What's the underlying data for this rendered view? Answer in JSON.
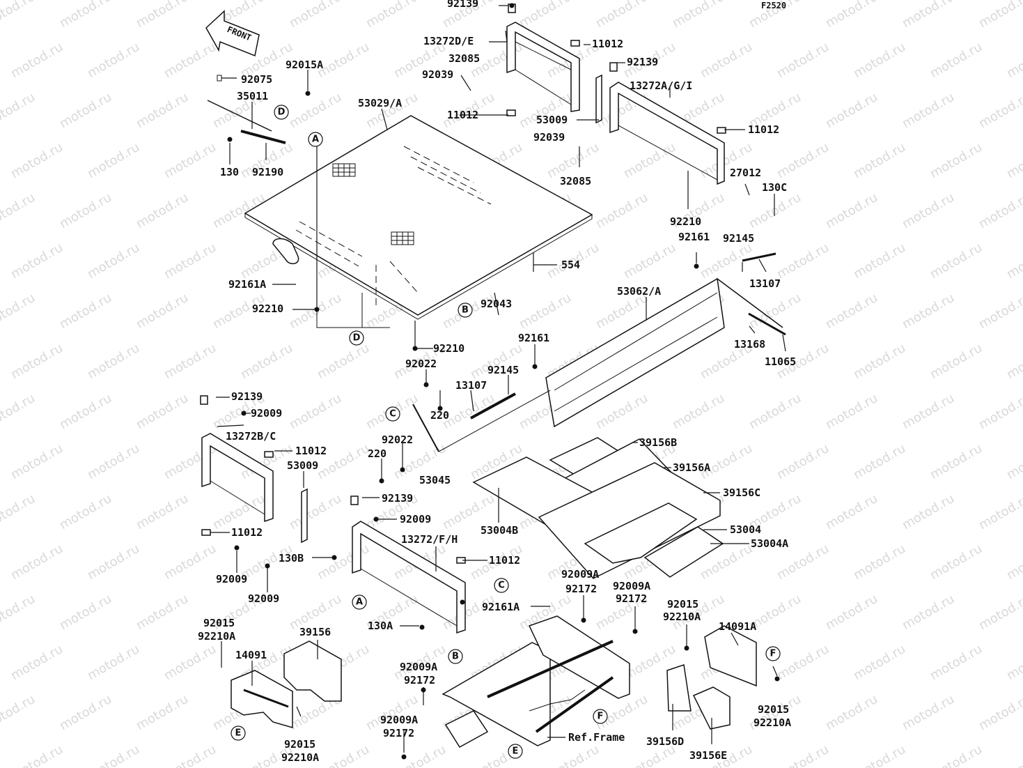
{
  "diagram_code": "F2520",
  "front_label": "FRONT",
  "watermark_text": "motod.ru",
  "parts": [
    {
      "id": "p92139a",
      "text": "92139"
    },
    {
      "id": "p13272de",
      "text": "13272D/E"
    },
    {
      "id": "p11012a",
      "text": "11012"
    },
    {
      "id": "p32085a",
      "text": "32085"
    },
    {
      "id": "p92039a",
      "text": "92039"
    },
    {
      "id": "p11012b",
      "text": "11012"
    },
    {
      "id": "p92139b",
      "text": "92139"
    },
    {
      "id": "p13272agi",
      "text": "13272A/G/I"
    },
    {
      "id": "p53009a",
      "text": "53009"
    },
    {
      "id": "p11012c",
      "text": "11012"
    },
    {
      "id": "p92039b",
      "text": "92039"
    },
    {
      "id": "p32085b",
      "text": "32085"
    },
    {
      "id": "p27012",
      "text": "27012"
    },
    {
      "id": "p130c",
      "text": "130C"
    },
    {
      "id": "p92210a",
      "text": "92210"
    },
    {
      "id": "p92161a",
      "text": "92161"
    },
    {
      "id": "p92145a",
      "text": "92145"
    },
    {
      "id": "p13107a",
      "text": "13107"
    },
    {
      "id": "p53062a",
      "text": "53062/A"
    },
    {
      "id": "p13168",
      "text": "13168"
    },
    {
      "id": "p11065",
      "text": "11065"
    },
    {
      "id": "p92075",
      "text": "92075"
    },
    {
      "id": "p92015a",
      "text": "92015A"
    },
    {
      "id": "p35011",
      "text": "35011"
    },
    {
      "id": "p53029a",
      "text": "53029/A"
    },
    {
      "id": "p130",
      "text": "130"
    },
    {
      "id": "p92190",
      "text": "92190"
    },
    {
      "id": "p554",
      "text": "554"
    },
    {
      "id": "p92161aa",
      "text": "92161A"
    },
    {
      "id": "p92210b",
      "text": "92210"
    },
    {
      "id": "p92043",
      "text": "92043"
    },
    {
      "id": "p92210c",
      "text": "92210"
    },
    {
      "id": "p92161b",
      "text": "92161"
    },
    {
      "id": "p92022a",
      "text": "92022"
    },
    {
      "id": "p92145b",
      "text": "92145"
    },
    {
      "id": "p13107b",
      "text": "13107"
    },
    {
      "id": "p220a",
      "text": "220"
    },
    {
      "id": "p92022b",
      "text": "92022"
    },
    {
      "id": "p220b",
      "text": "220"
    },
    {
      "id": "p53045",
      "text": "53045"
    },
    {
      "id": "p92139c",
      "text": "92139"
    },
    {
      "id": "p92009a",
      "text": "92009"
    },
    {
      "id": "p13272bc",
      "text": "13272B/C"
    },
    {
      "id": "p11012d",
      "text": "11012"
    },
    {
      "id": "p53009b",
      "text": "53009"
    },
    {
      "id": "p11012e",
      "text": "11012"
    },
    {
      "id": "p92009b",
      "text": "92009"
    },
    {
      "id": "p92009c",
      "text": "92009"
    },
    {
      "id": "p130b",
      "text": "130B"
    },
    {
      "id": "p92139d",
      "text": "92139"
    },
    {
      "id": "p92009d",
      "text": "92009"
    },
    {
      "id": "p13272fh",
      "text": "13272/F/H"
    },
    {
      "id": "p11012f",
      "text": "11012"
    },
    {
      "id": "p39156b",
      "text": "39156B"
    },
    {
      "id": "p39156a",
      "text": "39156A"
    },
    {
      "id": "p39156c",
      "text": "39156C"
    },
    {
      "id": "p53004b",
      "text": "53004B"
    },
    {
      "id": "p53004",
      "text": "53004"
    },
    {
      "id": "p53004a",
      "text": "53004A"
    },
    {
      "id": "p92009aa",
      "text": "92009A"
    },
    {
      "id": "p92172a",
      "text": "92172"
    },
    {
      "id": "p92009ab",
      "text": "92009A"
    },
    {
      "id": "p92172b",
      "text": "92172"
    },
    {
      "id": "p92161ab",
      "text": "92161A"
    },
    {
      "id": "p130a",
      "text": "130A"
    },
    {
      "id": "p92015b",
      "text": "92015"
    },
    {
      "id": "p92210aa",
      "text": "92210A"
    },
    {
      "id": "p14091a",
      "text": "14091A"
    },
    {
      "id": "p92015c",
      "text": "92015"
    },
    {
      "id": "p92210ab",
      "text": "92210A"
    },
    {
      "id": "p39156",
      "text": "39156"
    },
    {
      "id": "p92015d",
      "text": "92015"
    },
    {
      "id": "p92210ac",
      "text": "92210A"
    },
    {
      "id": "p14091",
      "text": "14091"
    },
    {
      "id": "p92009ac",
      "text": "92009A"
    },
    {
      "id": "p92172c",
      "text": "92172"
    },
    {
      "id": "p92009ad",
      "text": "92009A"
    },
    {
      "id": "p92172d",
      "text": "92172"
    },
    {
      "id": "p92015e",
      "text": "92015"
    },
    {
      "id": "p92210ad",
      "text": "92210A"
    },
    {
      "id": "p39156d",
      "text": "39156D"
    },
    {
      "id": "p39156e",
      "text": "39156E"
    },
    {
      "id": "pref",
      "text": "Ref.Frame"
    }
  ],
  "ref_markers": [
    {
      "id": "rD1",
      "letter": "D"
    },
    {
      "id": "rA1",
      "letter": "A"
    },
    {
      "id": "rB1",
      "letter": "B"
    },
    {
      "id": "rD2",
      "letter": "D"
    },
    {
      "id": "rC1",
      "letter": "C"
    },
    {
      "id": "rC2",
      "letter": "C"
    },
    {
      "id": "rA2",
      "letter": "A"
    },
    {
      "id": "rB2",
      "letter": "B"
    },
    {
      "id": "rF1",
      "letter": "F"
    },
    {
      "id": "rF2",
      "letter": "F"
    },
    {
      "id": "rE1",
      "letter": "E"
    },
    {
      "id": "rE2",
      "letter": "E"
    }
  ]
}
